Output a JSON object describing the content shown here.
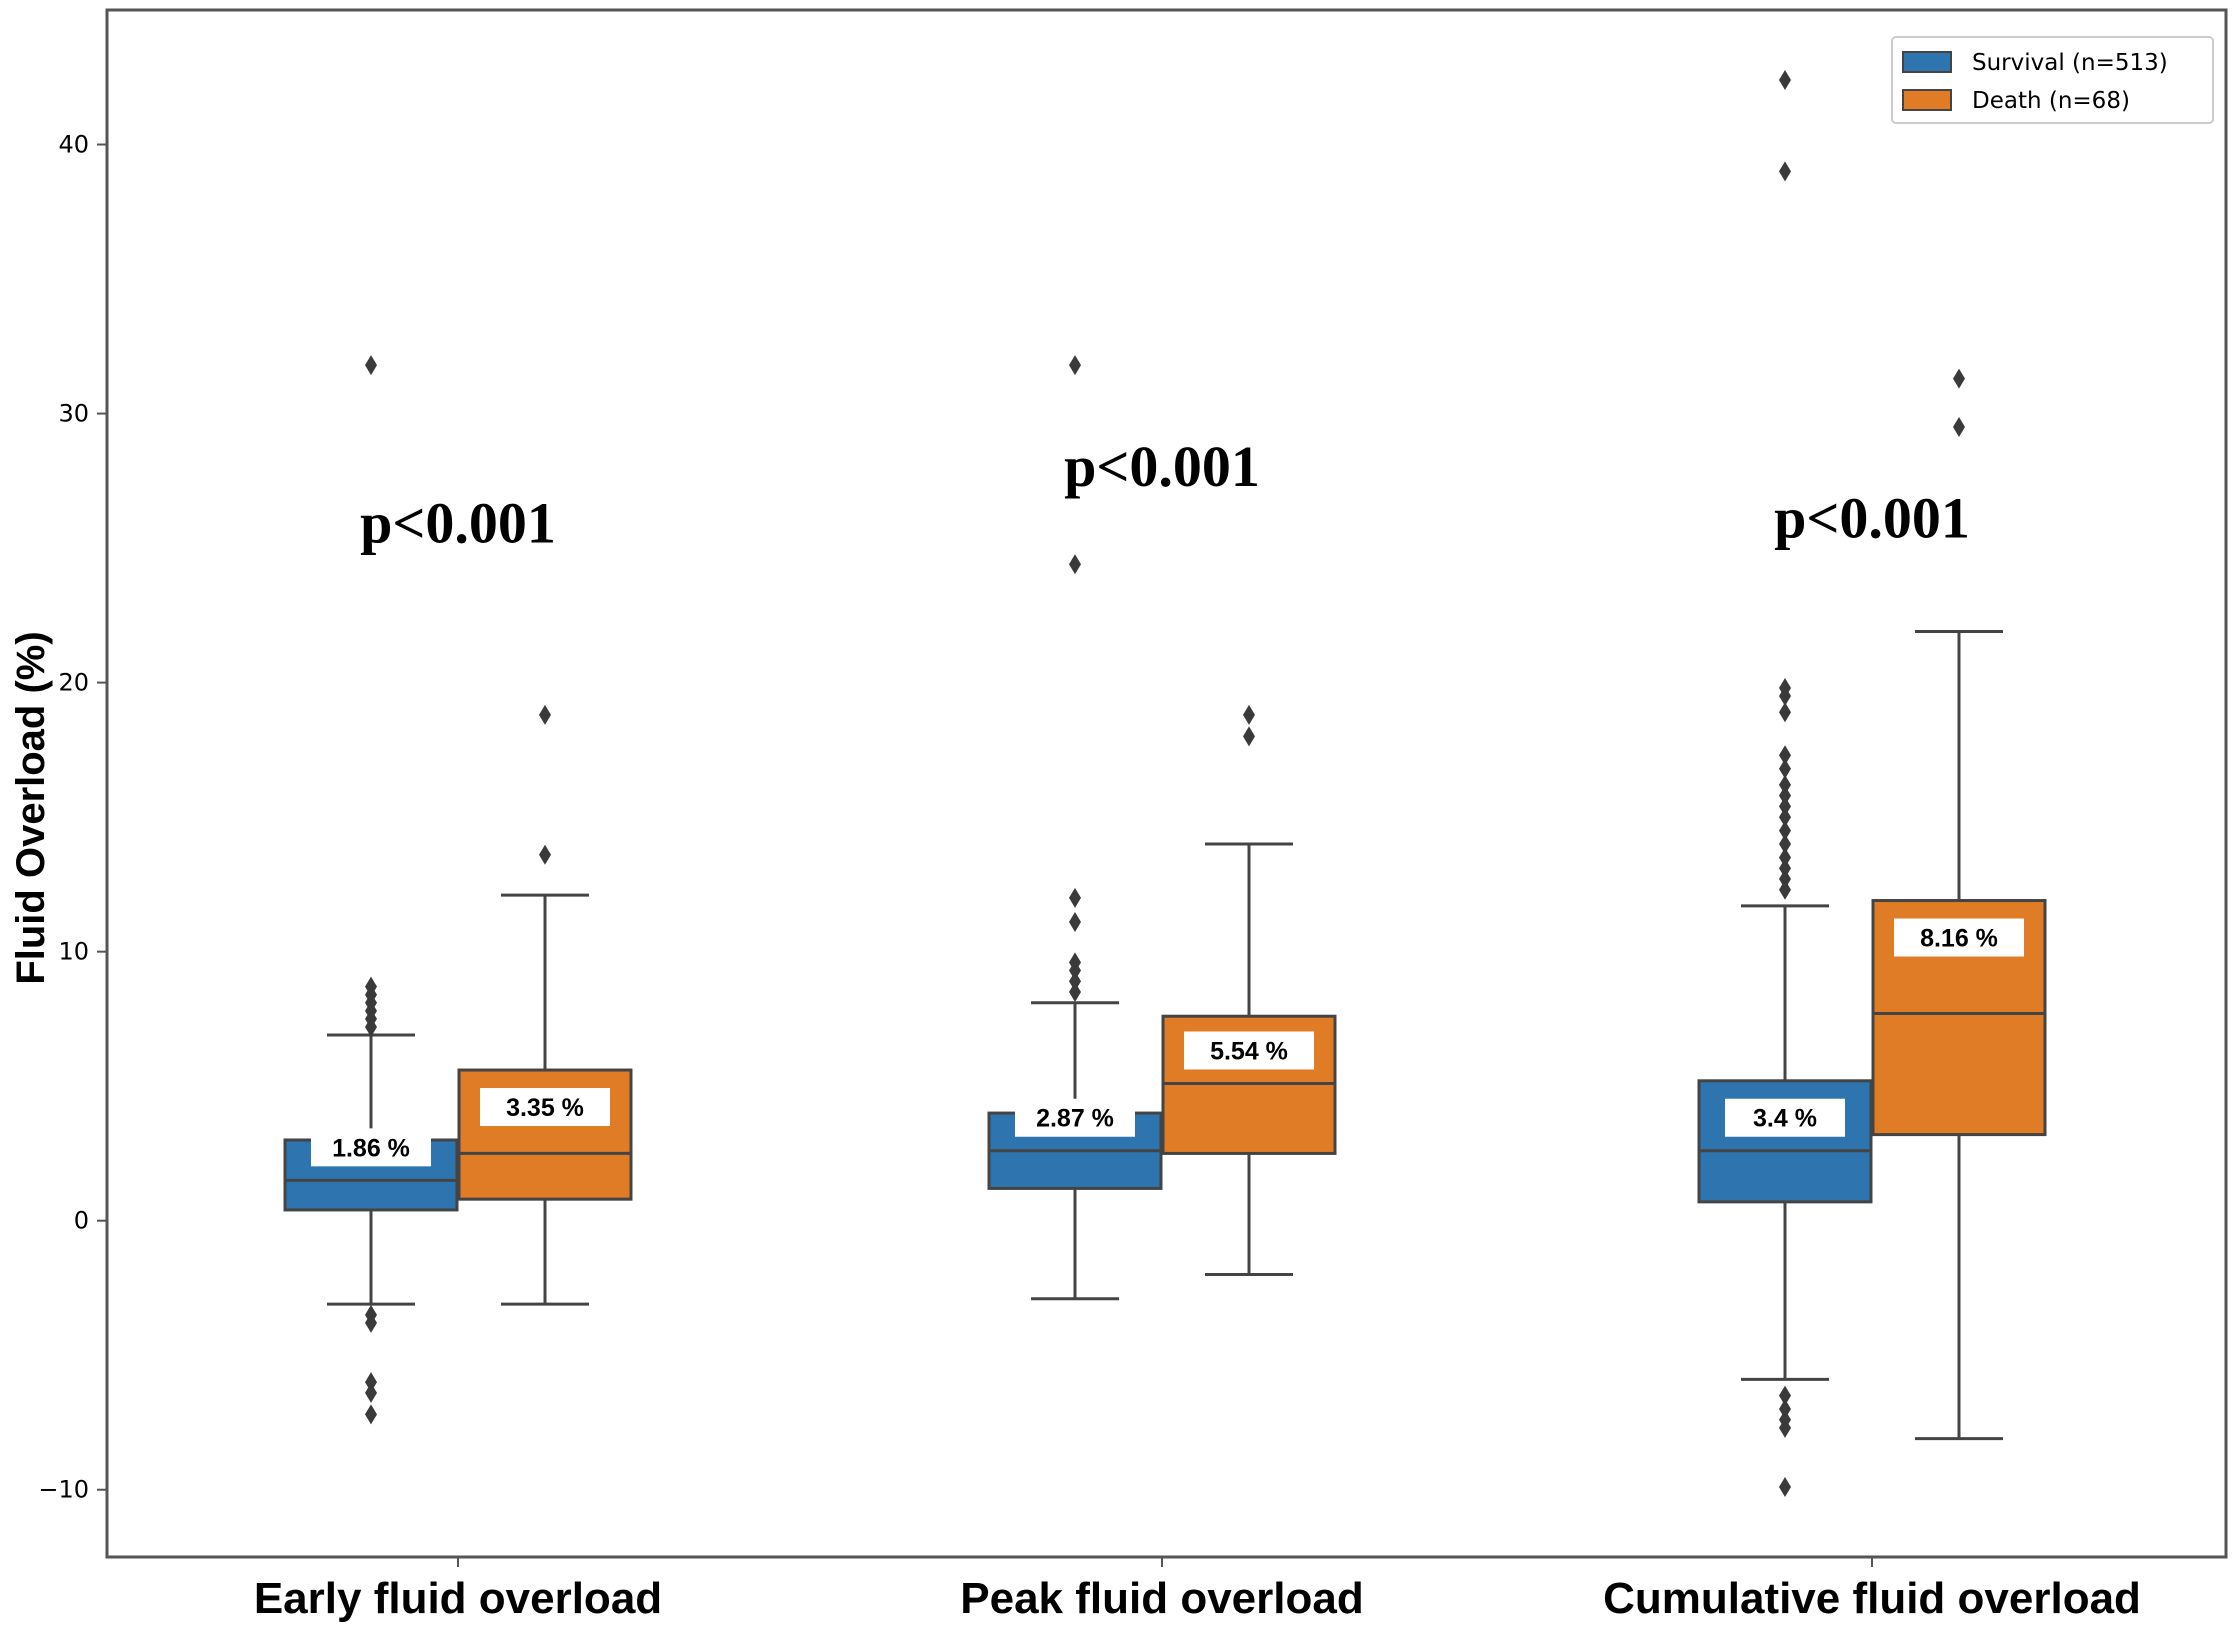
{
  "chart_data": {
    "type": "box",
    "ylabel": "Fluid Overload (%)",
    "xlabel": "",
    "ylim": [
      -12.5,
      45
    ],
    "yticks": [
      -10,
      0,
      10,
      20,
      30,
      40
    ],
    "yticklabels": [
      "−10",
      "0",
      "10",
      "20",
      "30",
      "40"
    ],
    "grid": false,
    "legend_position": "top-right",
    "categories": [
      "Early fluid overload",
      "Peak fluid overload",
      "Cumulative fluid overload"
    ],
    "series": [
      {
        "name": "Survival (n=513)",
        "color": "#2e75b0",
        "boxes": [
          {
            "q1": 0.4,
            "median": 1.5,
            "q3": 3.0,
            "whisker_low": -3.1,
            "whisker_high": 6.9,
            "median_label": "1.86 %",
            "outliers": [
              7.2,
              7.5,
              7.8,
              8.1,
              8.4,
              8.7,
              -3.5,
              -3.8,
              -6.0,
              -6.4,
              -7.2,
              31.8
            ]
          },
          {
            "q1": 1.2,
            "median": 2.6,
            "q3": 4.0,
            "whisker_low": -2.9,
            "whisker_high": 8.1,
            "median_label": "2.87 %",
            "outliers": [
              8.5,
              8.9,
              9.3,
              9.6,
              11.1,
              12.0,
              24.4,
              31.8
            ]
          },
          {
            "q1": 0.7,
            "median": 2.6,
            "q3": 5.2,
            "whisker_low": -5.9,
            "whisker_high": 11.7,
            "median_label": "3.4 %",
            "outliers": [
              12.3,
              12.7,
              13.1,
              13.5,
              14.0,
              14.5,
              15.0,
              15.4,
              15.8,
              16.2,
              16.8,
              17.3,
              18.9,
              19.5,
              19.8,
              -6.5,
              -7.0,
              -7.4,
              -7.7,
              -9.9,
              39.0,
              42.4
            ]
          }
        ]
      },
      {
        "name": "Death (n=68)",
        "color": "#e07b26",
        "boxes": [
          {
            "q1": 0.8,
            "median": 2.5,
            "q3": 5.6,
            "whisker_low": -3.1,
            "whisker_high": 12.1,
            "median_label": "3.35 %",
            "outliers": [
              13.6,
              18.8
            ]
          },
          {
            "q1": 2.5,
            "median": 5.1,
            "q3": 7.6,
            "whisker_low": -2.0,
            "whisker_high": 14.0,
            "median_label": "5.54 %",
            "outliers": [
              18.0,
              18.8
            ]
          },
          {
            "q1": 3.2,
            "median": 7.7,
            "q3": 11.9,
            "whisker_low": -8.1,
            "whisker_high": 21.9,
            "median_label": "8.16 %",
            "outliers": [
              29.5,
              31.3
            ]
          }
        ]
      }
    ],
    "annotations": [
      {
        "category": 0,
        "text": "p<0.001",
        "y": 25.2
      },
      {
        "category": 1,
        "text": "p<0.001",
        "y": 27.3
      },
      {
        "category": 2,
        "text": "p<0.001",
        "y": 25.4
      }
    ]
  }
}
